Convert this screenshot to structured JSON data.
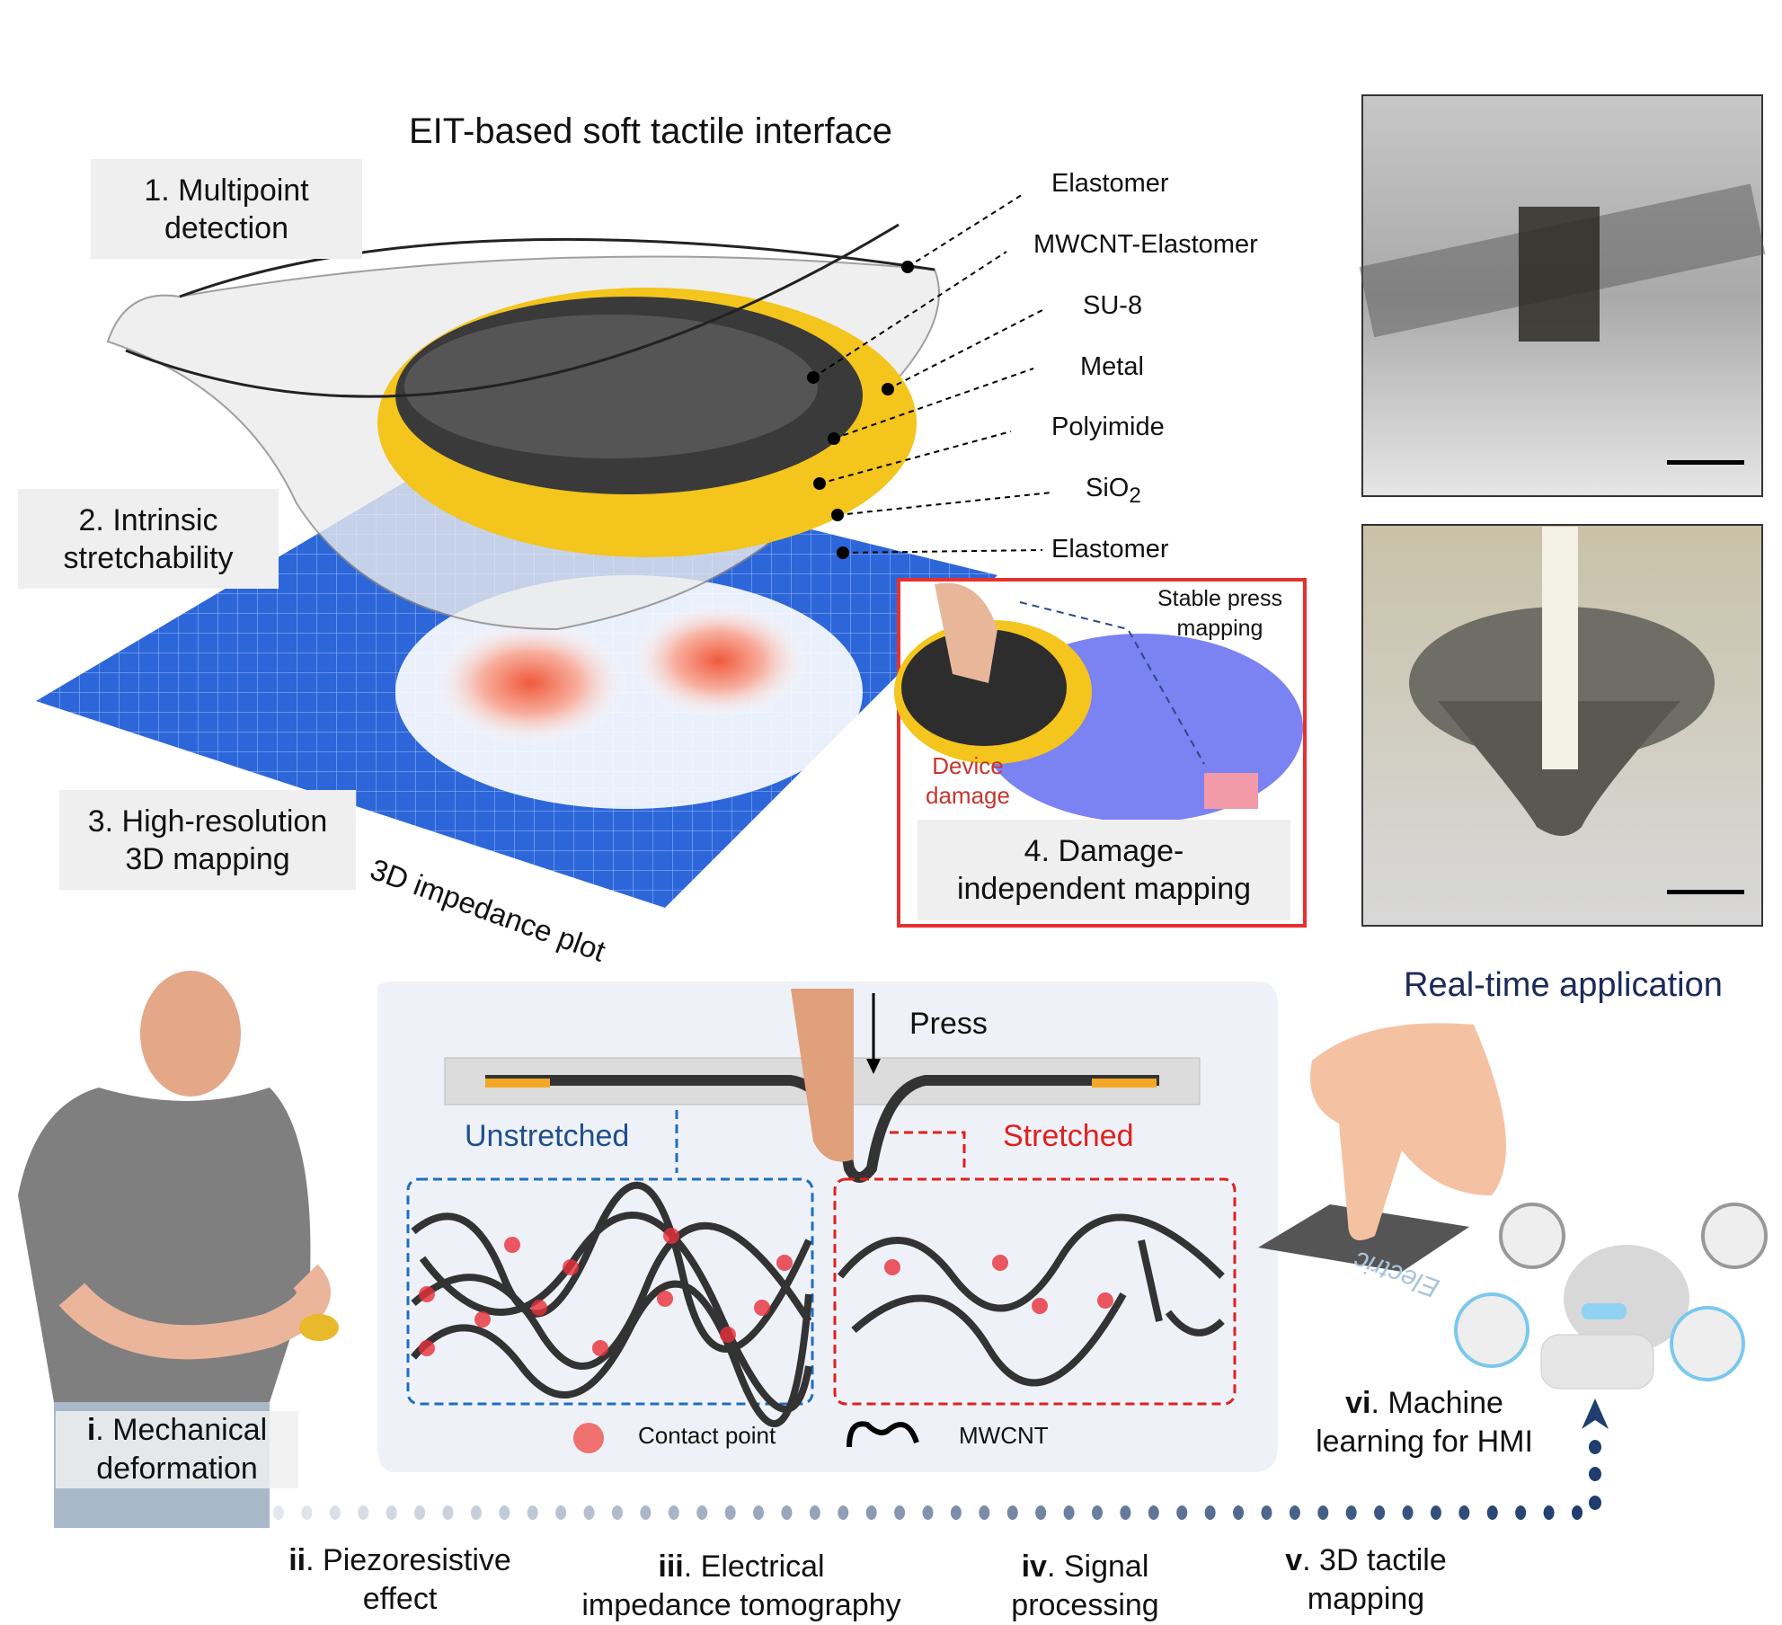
{
  "title": "EIT-based soft tactile interface",
  "features": [
    "1. Multipoint detection",
    "2. Intrinsic stretchability",
    "3. High-resolution 3D mapping",
    "4. Damage-independent mapping"
  ],
  "feature_lines": [
    [
      "1. Multipoint",
      "detection"
    ],
    [
      "2. Intrinsic",
      "stretchability"
    ],
    [
      "3. High-resolution",
      "3D mapping"
    ],
    [
      "4. Damage-",
      "independent mapping"
    ]
  ],
  "layers": [
    "Elastomer",
    "MWCNT-Elastomer",
    "SU-8",
    "Metal",
    "Polyimide",
    "SiO",
    "Elastomer"
  ],
  "sio2_sub": "2",
  "plot_label": "3D impedance plot",
  "inset": {
    "stable": [
      "Stable press",
      "mapping"
    ],
    "damage": [
      "Device",
      "damage"
    ]
  },
  "mechanism": {
    "press": "Press",
    "unstretched": "Unstretched",
    "stretched": "Stretched",
    "legend_contact": "Contact point",
    "legend_mwcnt": "MWCNT"
  },
  "realtime": "Real-time application",
  "drone_text": "Electric",
  "steps": [
    {
      "num": "i",
      "lines": [
        "Mechanical",
        "deformation"
      ]
    },
    {
      "num": "ii",
      "lines": [
        "Piezoresistive",
        "effect"
      ]
    },
    {
      "num": "iii",
      "lines": [
        "Electrical",
        "impedance tomography"
      ]
    },
    {
      "num": "iv",
      "lines": [
        "Signal",
        "processing"
      ]
    },
    {
      "num": "v",
      "lines": [
        "3D tactile",
        "mapping"
      ]
    },
    {
      "num": "vi",
      "lines": [
        "Machine",
        "learning for HMI"
      ]
    }
  ],
  "colors": {
    "blue_text": "#1f4e8c",
    "red_text": "#e0201e",
    "navy": "#1b2a5a",
    "inset_border": "#e8302e"
  }
}
